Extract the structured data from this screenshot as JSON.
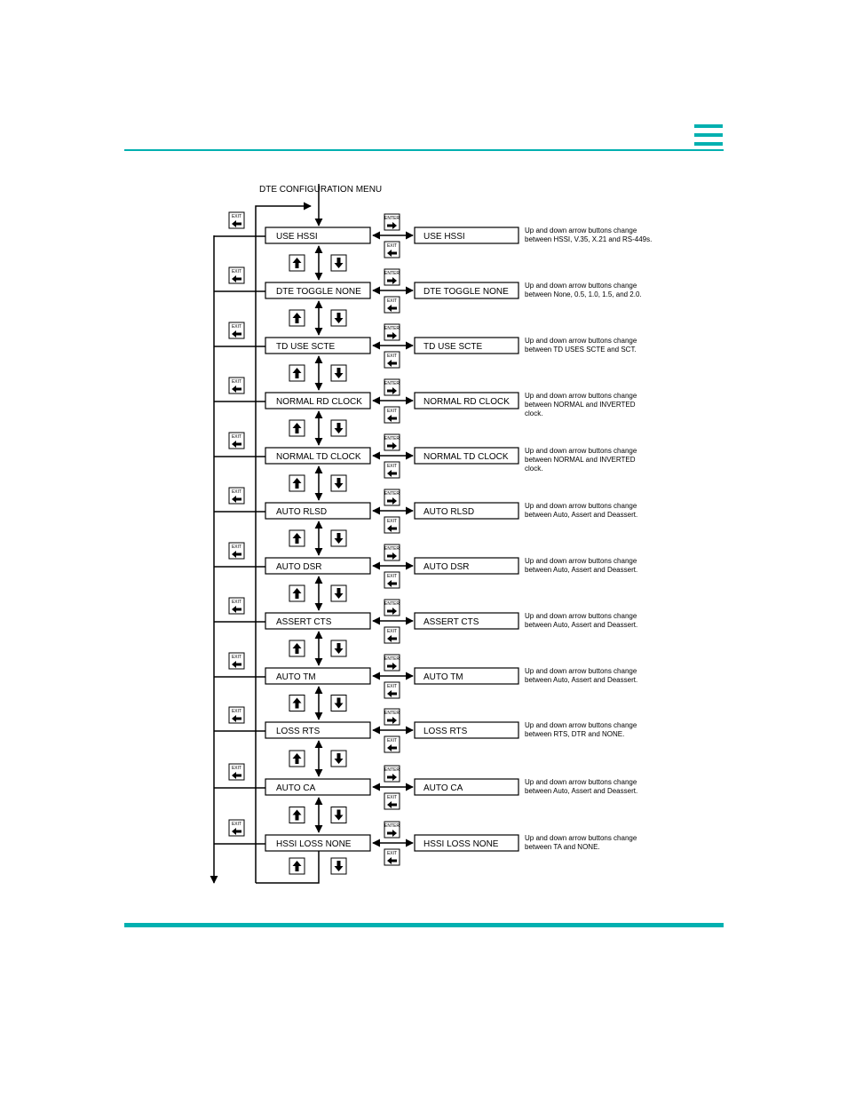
{
  "diagram": {
    "menu_title": "DTE CONFIGURATION MENU",
    "enter_key_label": "ENTER",
    "exit_key_label": "EXIT",
    "items": [
      {
        "left": "USE HSSI",
        "right": "USE HSSI",
        "desc": [
          "Up and down arrow buttons change",
          "between HSSI, V.35, X.21 and RS-449s."
        ]
      },
      {
        "left": "DTE TOGGLE NONE",
        "right": "DTE TOGGLE NONE",
        "desc": [
          "Up and down arrow buttons change",
          "between None, 0.5, 1.0, 1.5, and 2.0."
        ]
      },
      {
        "left": "TD USE SCTE",
        "right": "TD USE SCTE",
        "desc": [
          "Up and down arrow buttons change",
          "between TD USES SCTE and SCT."
        ]
      },
      {
        "left": "NORMAL RD CLOCK",
        "right": "NORMAL RD CLOCK",
        "desc": [
          "Up and down arrow buttons change",
          "between NORMAL and INVERTED",
          "clock."
        ]
      },
      {
        "left": "NORMAL TD CLOCK",
        "right": "NORMAL TD CLOCK",
        "desc": [
          "Up and down arrow buttons change",
          "between NORMAL and INVERTED",
          "clock."
        ]
      },
      {
        "left": "AUTO RLSD",
        "right": "AUTO RLSD",
        "desc": [
          "Up and down arrow buttons change",
          "between Auto, Assert and Deassert."
        ]
      },
      {
        "left": "AUTO DSR",
        "right": "AUTO DSR",
        "desc": [
          "Up and down arrow buttons change",
          "between Auto, Assert and Deassert."
        ]
      },
      {
        "left": "ASSERT CTS",
        "right": "ASSERT CTS",
        "desc": [
          "Up and down arrow buttons change",
          "between Auto, Assert and Deassert."
        ]
      },
      {
        "left": "AUTO TM",
        "right": "AUTO TM",
        "desc": [
          "Up and down arrow buttons change",
          "between Auto, Assert and Deassert."
        ]
      },
      {
        "left": "LOSS RTS",
        "right": "LOSS RTS",
        "desc": [
          "Up and down arrow buttons change",
          "between RTS, DTR and NONE."
        ]
      },
      {
        "left": "AUTO CA",
        "right": "AUTO CA",
        "desc": [
          "Up and down arrow buttons change",
          "between Auto, Assert and Deassert."
        ]
      },
      {
        "left": "HSSI LOSS NONE",
        "right": "HSSI LOSS NONE",
        "desc": [
          "Up and down arrow buttons change",
          "between TA and NONE."
        ]
      }
    ]
  }
}
